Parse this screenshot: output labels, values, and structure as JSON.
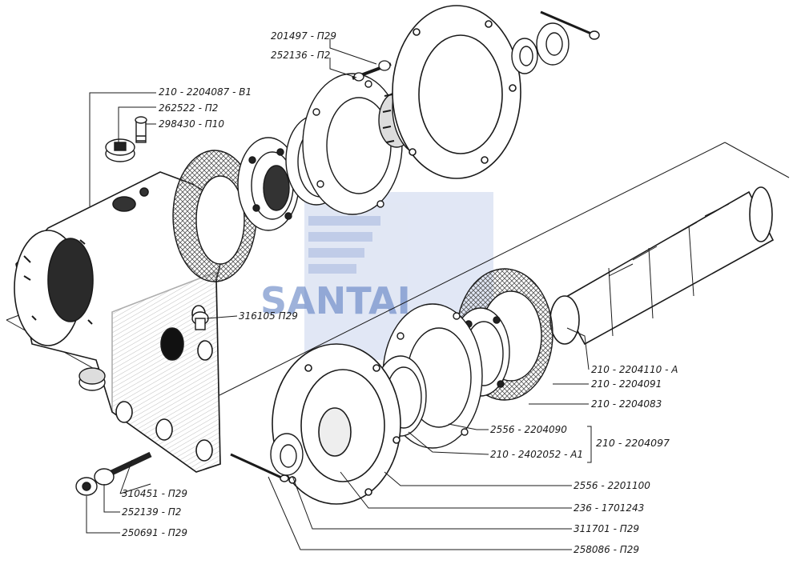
{
  "watermark": {
    "text": "SANTAI",
    "color": "#5f7fc3"
  },
  "colors": {
    "ink": "#1a1a1a",
    "hatch": "#555555",
    "paper": "#ffffff"
  },
  "labels": {
    "l_201497": "201497 - П29",
    "l_252136": "252136 - П2",
    "l_2204087": "210 - 2204087 - В1",
    "l_262522": "262522 - П2",
    "l_298430": "298430 - П10",
    "l_316105": "316105  П29",
    "l_2204110": "210 - 2204110 - А",
    "l_2204091": "210 - 2204091",
    "l_2204083": "210 - 2204083",
    "l_2204090": "2556 - 2204090",
    "l_2402052": "210 - 2402052 - А1",
    "l_2204097": "210 - 2204097",
    "l_2201100": "2556 - 2201100",
    "l_1701243": "236 - 1701243",
    "l_311701": "311701 - П29",
    "l_258086": "258086 - П29",
    "l_310451": "310451 - П29",
    "l_252139": "252139 - П2",
    "l_250691": "250691 - П29"
  }
}
